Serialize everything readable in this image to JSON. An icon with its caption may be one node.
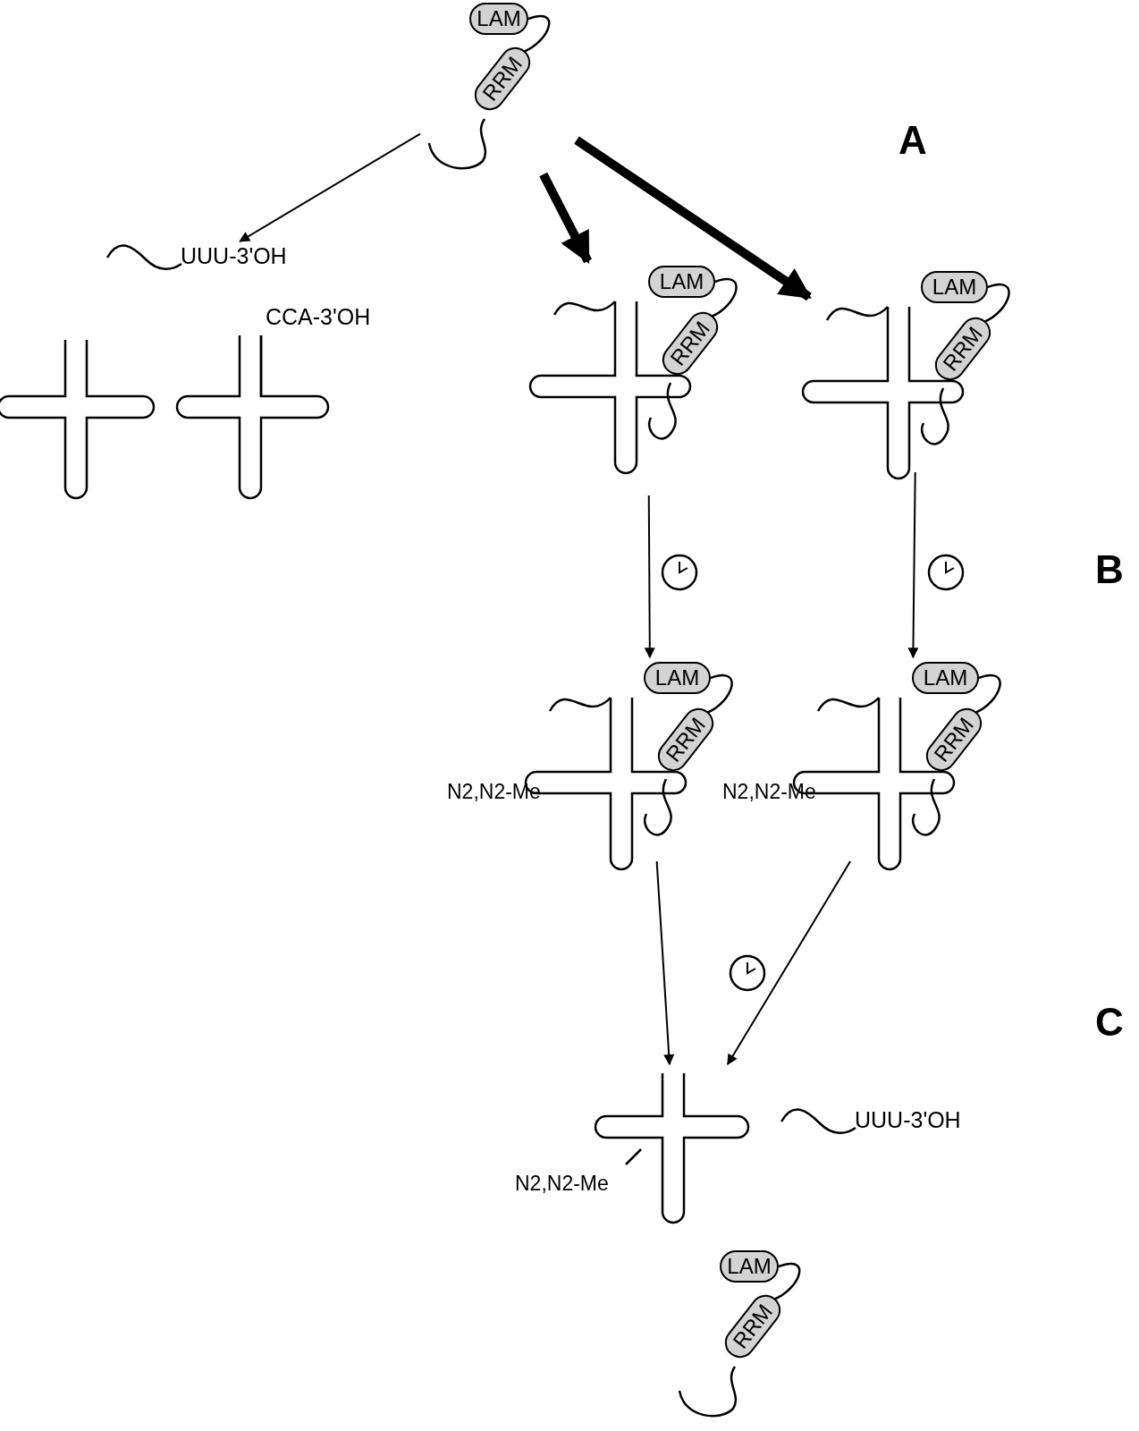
{
  "diagram": {
    "nodes": [
      {
        "text": [],
        "shape": "picture"
      },
      {
        "text": [
          "LAM"
        ],
        "in": 0
      },
      {
        "text": [
          "RRM"
        ],
        "in": 0
      },
      {
        "text": [
          "UUU-3'OH"
        ]
      },
      {
        "text": [
          "CCA-3'OH"
        ]
      },
      {
        "text": [],
        "shape": "picture"
      },
      {
        "text": [],
        "shape": "picture"
      },
      {
        "text": [
          "LAM"
        ],
        "in": 6
      },
      {
        "text": [
          "RRM"
        ],
        "in": 6
      },
      {
        "text": [],
        "shape": "picture"
      },
      {
        "text": [
          "LAM"
        ],
        "in": 9
      },
      {
        "text": [
          "RRM"
        ],
        "in": 9
      },
      {
        "text": [],
        "shape": "picture",
        "beside": [
          "N2,N2-Me"
        ]
      },
      {
        "text": [
          "LAM"
        ],
        "in": 12
      },
      {
        "text": [
          "RRM"
        ],
        "in": 12
      },
      {
        "text": [],
        "shape": "picture",
        "beside": [
          "N2,N2-Me"
        ]
      },
      {
        "text": [
          "LAM"
        ],
        "in": 15
      },
      {
        "text": [
          "RRM"
        ],
        "in": 15
      },
      {
        "text": [],
        "shape": "picture",
        "beside": [
          "N2,N2-Me"
        ]
      },
      {
        "text": [
          "UUU-3'OH"
        ]
      },
      {
        "text": [],
        "shape": "picture"
      },
      {
        "text": [
          "LAM"
        ],
        "in": 20
      },
      {
        "text": [
          "RRM"
        ],
        "in": 20
      }
    ],
    "edges": [
      {
        "from": 0,
        "to": 3,
        "arrow": "to"
      },
      {
        "from": 0,
        "to": 6,
        "arrow": "to",
        "style": "thick"
      },
      {
        "from": 0,
        "to": 9,
        "arrow": "to",
        "style": "thick"
      },
      {
        "from": 6,
        "to": 12,
        "arrow": "to"
      },
      {
        "from": 9,
        "to": 15,
        "arrow": "to"
      },
      {
        "from": 12,
        "to": 18,
        "arrow": "to"
      },
      {
        "from": 15,
        "to": 18,
        "arrow": "to"
      },
      {
        "from": 1,
        "to": 2,
        "arrow": "none"
      },
      {
        "from": 7,
        "to": 8,
        "arrow": "none"
      },
      {
        "from": 10,
        "to": 11,
        "arrow": "none"
      },
      {
        "from": 13,
        "to": 14,
        "arrow": "none"
      },
      {
        "from": 16,
        "to": 17,
        "arrow": "none"
      },
      {
        "from": 21,
        "to": 22,
        "arrow": "none"
      }
    ],
    "labels": [
      "A",
      "B",
      "C"
    ]
  }
}
